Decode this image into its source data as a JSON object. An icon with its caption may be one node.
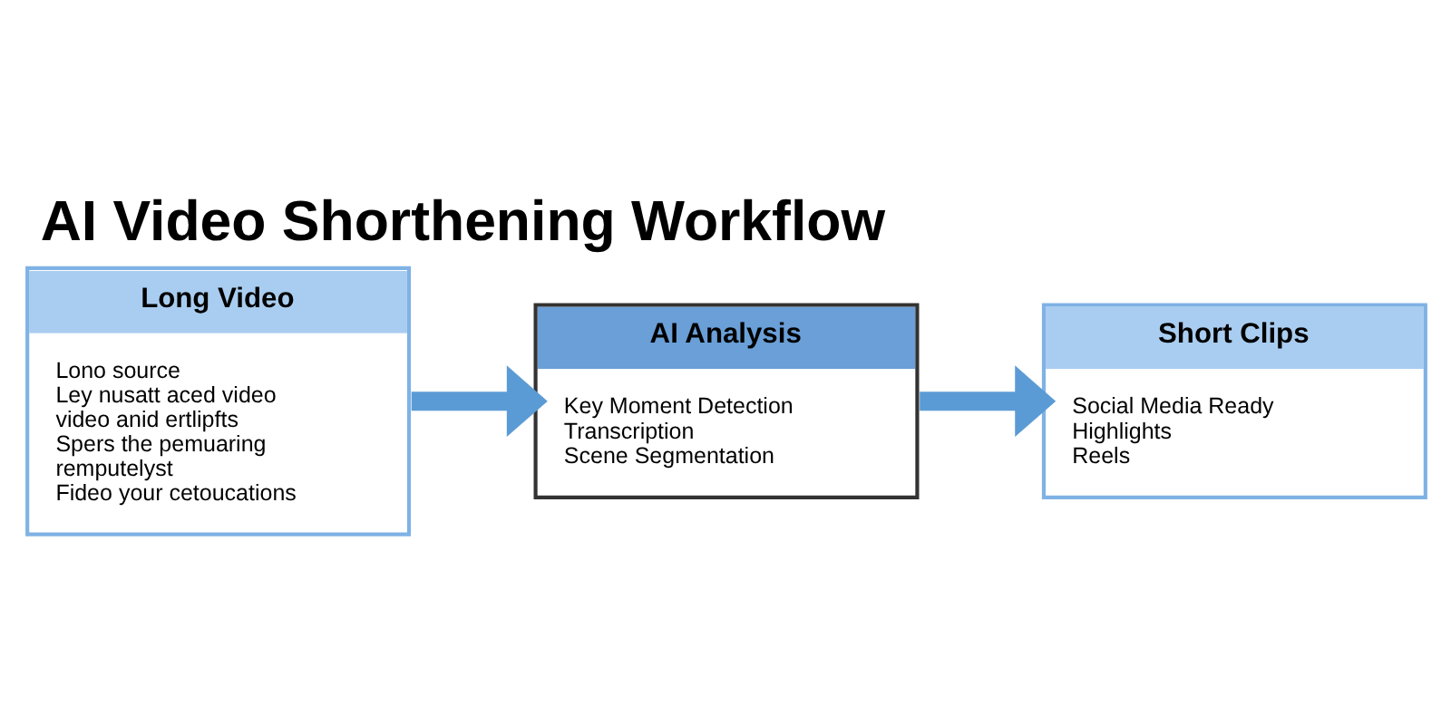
{
  "diagram": {
    "title": "AI Video Shorthening Workflow",
    "nodes": [
      {
        "text": [
          "Long Video",
          "Lono source",
          "Ley nusatt aced video video anid ertlipfts",
          "Spers the pemuaring remputelyst",
          "Fideo your cetoucations"
        ]
      },
      {
        "text": [
          "AI Analysis",
          "Key Moment Detection",
          "Transcription",
          "Scene Segmentation"
        ]
      },
      {
        "text": [
          "Short Clips",
          "Social Media Ready",
          "Highlights",
          "Reels"
        ]
      }
    ],
    "edges": [
      {
        "from": 0,
        "to": 1,
        "arrow": "to"
      },
      {
        "from": 1,
        "to": 2,
        "arrow": "to"
      }
    ]
  }
}
